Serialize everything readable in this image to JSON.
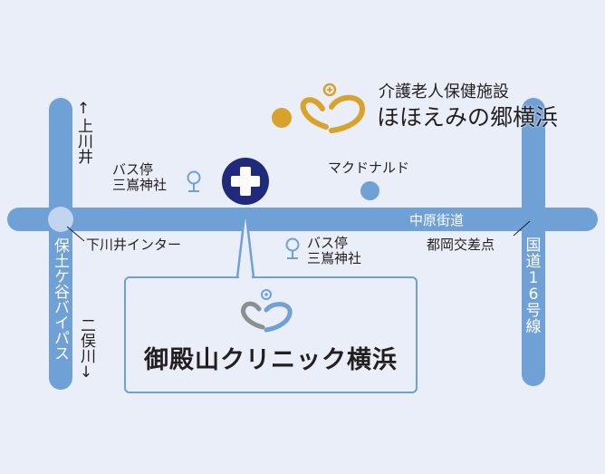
{
  "map": {
    "roads": {
      "nakahara_kaido": "中原街道",
      "hodogaya_bypass": "保土ケ谷バイパス",
      "kokudo_16": "国道16号線"
    },
    "directions": {
      "north": "↑上川井",
      "south": "二俣川↓"
    },
    "landmarks": {
      "bus_stop_left": [
        "バス停",
        "三嶌神社"
      ],
      "bus_stop_right": [
        "バス停",
        "三嶌神社"
      ],
      "mcdonalds": "マクドナルド",
      "interchange": "下川井インター",
      "intersection": "都岡交差点"
    },
    "facility": {
      "subtitle": "介護老人保健施設",
      "name": "ほほえみの郷横浜"
    },
    "clinic": {
      "name": "御殿山クリニック横浜"
    },
    "icons": {
      "clinic_marker": "medical-cross-icon",
      "bus_stop": "bus-stop-icon",
      "landmark_dot": "dot-marker-icon"
    },
    "colors": {
      "background": "#e9eef8",
      "road": "#6fa0d6",
      "clinic_marker": "#1f2a7a",
      "facility_logo": "#d9a22a",
      "text": "#231f20"
    }
  }
}
